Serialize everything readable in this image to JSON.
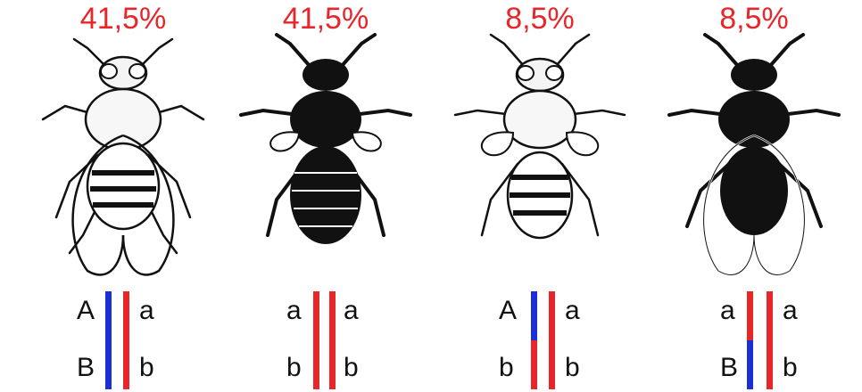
{
  "colors": {
    "percent": "#e8262a",
    "dominant": "#1c2fd6",
    "recessive": "#e8262a"
  },
  "panels": [
    {
      "percent": "41,5%",
      "fly_style": "light-winged",
      "left": {
        "top": "A",
        "bottom": "B",
        "top_color": "blue",
        "bottom_color": "blue"
      },
      "right": {
        "top": "a",
        "bottom": "b",
        "top_color": "red",
        "bottom_color": "red"
      }
    },
    {
      "percent": "41,5%",
      "fly_style": "dark-short-winged",
      "left": {
        "top": "a",
        "bottom": "b",
        "top_color": "red",
        "bottom_color": "red"
      },
      "right": {
        "top": "a",
        "bottom": "b",
        "top_color": "red",
        "bottom_color": "red"
      }
    },
    {
      "percent": "8,5%",
      "fly_style": "light-short-winged",
      "left": {
        "top": "A",
        "bottom": "b",
        "top_color": "blue",
        "bottom_color": "red"
      },
      "right": {
        "top": "a",
        "bottom": "b",
        "top_color": "red",
        "bottom_color": "red"
      }
    },
    {
      "percent": "8,5%",
      "fly_style": "dark-winged",
      "left": {
        "top": "a",
        "bottom": "B",
        "top_color": "red",
        "bottom_color": "blue"
      },
      "right": {
        "top": "a",
        "bottom": "b",
        "top_color": "red",
        "bottom_color": "red"
      }
    }
  ]
}
